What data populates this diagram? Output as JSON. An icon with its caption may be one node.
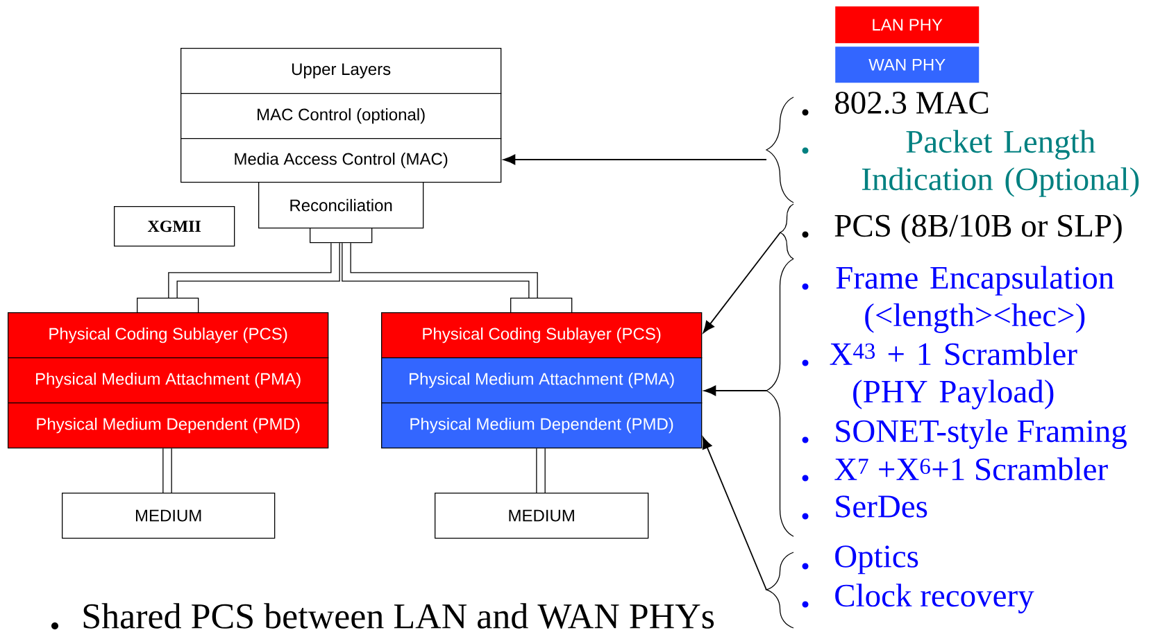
{
  "diagram": {
    "nodes": [
      {
        "text": [
          "Upper Layers"
        ]
      },
      {
        "text": [
          "MAC Control (optional)"
        ]
      },
      {
        "text": [
          "Media Access Control (MAC)"
        ]
      },
      {
        "text": [
          "Reconciliation"
        ]
      },
      {
        "text": [
          "XGMII"
        ]
      },
      {
        "text": [],
        "shape": "box"
      },
      {
        "text": [],
        "shape": "box"
      },
      {
        "text": [
          "Physical Coding Sublayer (PCS)"
        ]
      },
      {
        "text": [
          "Physical Medium Attachment (PMA)"
        ]
      },
      {
        "text": [
          "Physical Medium Dependent (PMD)"
        ]
      },
      {
        "text": [],
        "shape": "box"
      },
      {
        "text": [
          "Physical Coding Sublayer (PCS)"
        ]
      },
      {
        "text": [
          "Physical Medium Attachment (PMA)"
        ]
      },
      {
        "text": [
          "Physical Medium Dependent (PMD)"
        ]
      },
      {
        "text": [
          "MEDIUM"
        ]
      },
      {
        "text": [
          "MEDIUM"
        ]
      },
      {
        "text": [
          "802.3 MAC",
          "Packet Length Indication (Optional)"
        ]
      },
      {
        "text": [
          "PCS (8B/10B or SLP)"
        ]
      },
      {
        "text": [
          "Frame Encapsulation (<length><hec>)",
          "X$^{43}$ + 1 Scrambler (PHY Payload)",
          "SONET-style Framing",
          "X$^{7}$ +X$^{6}$+1 Scrambler",
          "SerDes"
        ]
      },
      {
        "text": [
          "Optics",
          "Clock recovery"
        ]
      }
    ],
    "edges": [
      {
        "from": 16,
        "to": 2,
        "arrow": "to"
      },
      {
        "from": 17,
        "to": 11,
        "arrow": "to"
      },
      {
        "from": 18,
        "to": 12,
        "arrow": "to"
      },
      {
        "from": 19,
        "to": 13,
        "arrow": "to"
      },
      {
        "from": 5,
        "to": 6,
        "arrow": "none",
        "style": "thick"
      },
      {
        "from": 5,
        "to": 10,
        "arrow": "none",
        "style": "thick"
      },
      {
        "from": 9,
        "to": 14,
        "arrow": "none",
        "style": "thick"
      },
      {
        "from": 13,
        "to": 15,
        "arrow": "none",
        "style": "thick"
      }
    ],
    "labels": [
      "Shared PCS between LAN and WAN PHYs"
    ],
    "legend": [
      {
        "text": "LAN PHY",
        "color": "#ff0000"
      },
      {
        "text": "WAN PHY",
        "color": "#3366ff"
      }
    ]
  }
}
